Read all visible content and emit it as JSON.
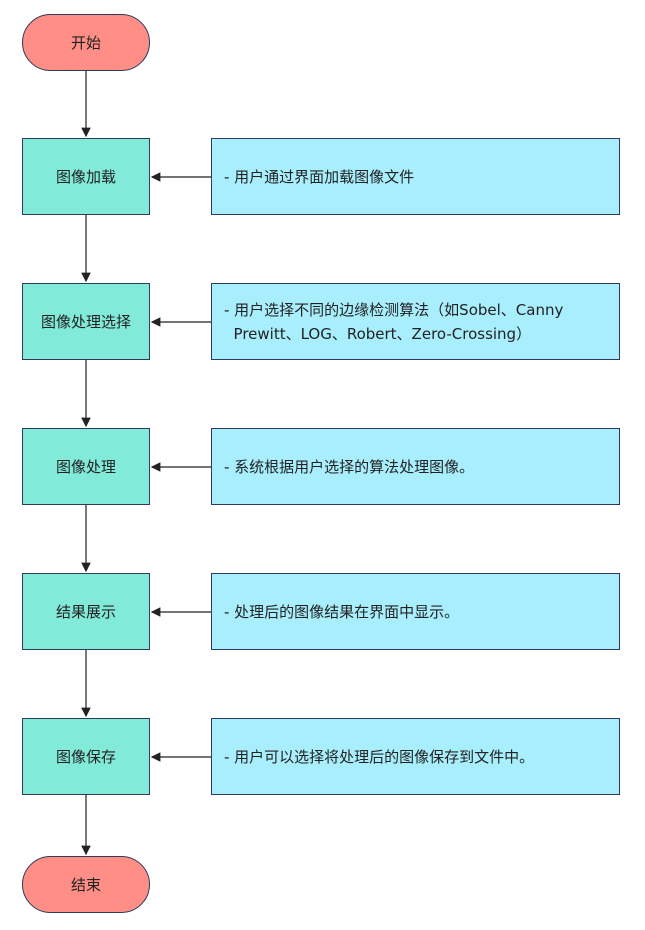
{
  "diagram": {
    "type": "flowchart",
    "colors": {
      "terminal_fill": "#ff8f86",
      "step_fill": "#82ead9",
      "note_fill": "#a8eefc",
      "border": "#2f3a5c",
      "line": "#222222"
    },
    "start": {
      "label": "开始"
    },
    "end": {
      "label": "结束"
    },
    "steps": [
      {
        "label": "图像加载",
        "note": "- 用户通过界面加载图像文件"
      },
      {
        "label": "图像处理选择",
        "note": "- 用户选择不同的边缘检测算法（如Sobel、Canny\n  Prewitt、LOG、Robert、Zero-Crossing）"
      },
      {
        "label": "图像处理",
        "note": "- 系统根据用户选择的算法处理图像。"
      },
      {
        "label": "结果展示",
        "note": "- 处理后的图像结果在界面中显示。"
      },
      {
        "label": "图像保存",
        "note": "- 用户可以选择将处理后的图像保存到文件中。"
      }
    ]
  }
}
